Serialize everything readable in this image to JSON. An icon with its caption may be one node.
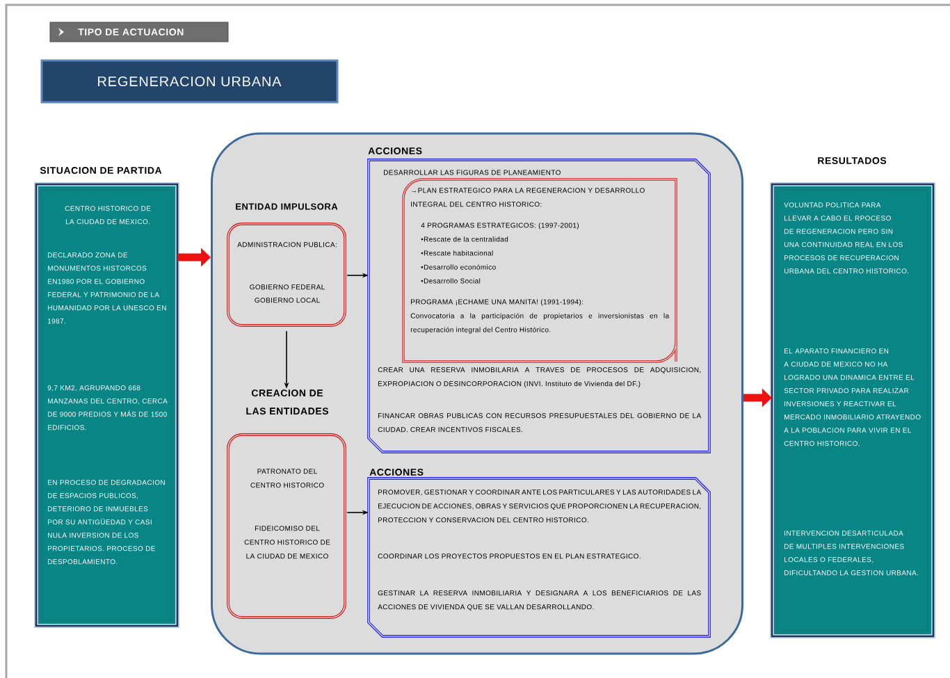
{
  "diagram": {
    "nodes": [
      {
        "text": [
          "TIPO DE ACTUACION"
        ]
      },
      {
        "text": [
          "REGENERACION URBANA"
        ]
      },
      {
        "text": [
          "SITUACION DE PARTIDA",
          "CENTRO HISTORICO DE LA CIUDAD DE MEXICO.",
          "DECLARADO ZONA DE MONUMENTOS HISTORCOS EN1980 POR EL GOBIERNO FEDERAL Y PATRIMONIO DE LA HUMANIDAD POR LA UNESCO EN 1987.",
          "9,7 KM2, AGRUPANDO 668 MANZANAS DEL CENTRO, CERCA DE 9000 PREDIOS Y MÁS DE 1500 EDIFICIOS.",
          "EN PROCESO DE DEGRADACION DE ESPACIOS PUBLICOS, DETERIORO DE INMUEBLES POR SU ANTIGÜEDAD Y CASI NULA INVERSION DE LOS PROPIETARIOS. PROCESO DE DESPOBLAMIENTO."
        ]
      },
      {
        "text": [],
        "shape": "box"
      },
      {
        "text": [
          "ENTIDAD IMPULSORA",
          "ADMINISTRACION PUBLICA:",
          "GOBIERNO FEDERAL GOBIERNO LOCAL"
        ],
        "in": 3
      },
      {
        "text": [
          "CREACION DE LAS ENTIDADES",
          "PATRONATO DEL CENTRO HISTORICO",
          "FIDEICOMISO DEL CENTRO HISTORICO DE LA CIUDAD DE MEXICO"
        ],
        "in": 3
      },
      {
        "text": [
          "ACCIONES",
          "DESARROLLAR LAS FIGURAS DE PLANEAMIENTO",
          "CREAR UNA RESERVA INMOBILARIA A TRAVES DE PROCESOS DE ADQUISICION, EXPROPIACION O DESINCORPORACION (INVI. Instituto de Vivienda del DF.)",
          "FINANCAR OBRAS PUBLICAS CON RECURSOS PRESUPUESTALES DEL GOBIERNO DE LA CIUDAD. CREAR INCENTIVOS FISCALES."
        ],
        "in": 3
      },
      {
        "text": [
          "→PLAN ESTRATEGICO PARA LA REGENERACION Y DESARROLLO INTEGRAL DEL CENTRO HISTORICO:",
          "4 PROGRAMAS ESTRATEGICOS: (1997-2001)",
          "•Rescate de la centralidad",
          "•Rescate habitacional",
          "•Desarrollo económico",
          "•Desarrollo Social",
          "PROGRAMA ¡ECHAME UNA MANITA! (1991-1994):",
          "Convocatoria a la participación de propietarios e inversionistas en la recuperación integral del Centro Histórico."
        ],
        "in": 6
      },
      {
        "text": [
          "ACCIONES",
          "PROMOVER, GESTIONAR Y COORDINAR ANTE LOS PARTICULARES Y LAS AUTORIDADES LA EJECUCION DE ACCIONES, OBRAS Y SERVICIOS QUE PROPORCIONEN LA RECUPERACION, PROTECCION Y CONSERVACION DEL CENTRO HISTORICO.",
          "COORDINAR LOS PROYECTOS PROPUESTOS EN EL PLAN ESTRATEGICO.",
          "GESTINAR LA RESERVA INMOBILIARIA Y DESIGNARA A LOS BENEFICIARIOS DE LAS ACCIONES DE VIVIENDA QUE SE VALLAN DESARROLLANDO."
        ],
        "in": 3
      },
      {
        "text": [
          "RESULTADOS",
          "VOLUNTAD POLITICA PARA LLEVAR A CABO EL RPOCESO DE REGENERACION PERO SIN UNA CONTINUIDAD REAL EN LOS PROCESOS DE RECUPERACION URBANA DEL CENTRO HISTORICO.",
          "EL APARATO FINANCIERO EN A CIUDAD DE MEXICO NO HA LOGRADO UNA DINAMICA ENTRE EL SECTOR PRIVADO PARA REALIZAR INVERSIONES Y REACTIVAR EL MERCADO INMOBILIARIO ATRAYENDO A LA POBLACION PARA VIVIR EN EL CENTRO HISTORICO.",
          "INTERVENCION DESARTICULADA DE MULTIPLES INTERVENCIONES LOCALES O FEDERALES, DIFICULTANDO LA GESTION URBANA."
        ]
      }
    ],
    "edges": [
      {
        "from": 2,
        "to": 3,
        "arrow": "to",
        "style": "thick",
        "color": "#ee1111"
      },
      {
        "from": 3,
        "to": 9,
        "arrow": "to",
        "style": "thick",
        "color": "#ee1111"
      },
      {
        "from": 4,
        "to": 6,
        "arrow": "to"
      },
      {
        "from": 4,
        "to": 5,
        "arrow": "to"
      },
      {
        "from": 5,
        "to": 8,
        "arrow": "to"
      }
    ]
  }
}
